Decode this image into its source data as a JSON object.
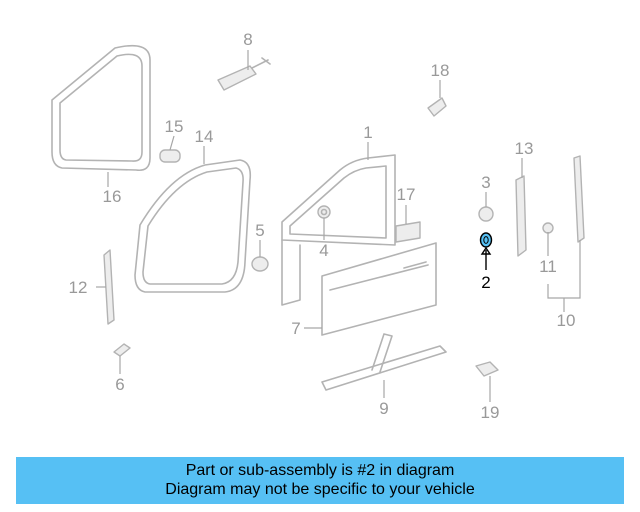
{
  "callouts": [
    {
      "id": "1",
      "label": "1"
    },
    {
      "id": "2",
      "label": "2",
      "highlighted": true
    },
    {
      "id": "3",
      "label": "3"
    },
    {
      "id": "4",
      "label": "4"
    },
    {
      "id": "5",
      "label": "5"
    },
    {
      "id": "6",
      "label": "6"
    },
    {
      "id": "7",
      "label": "7"
    },
    {
      "id": "8",
      "label": "8"
    },
    {
      "id": "9",
      "label": "9"
    },
    {
      "id": "10",
      "label": "10"
    },
    {
      "id": "11",
      "label": "11"
    },
    {
      "id": "12",
      "label": "12"
    },
    {
      "id": "13",
      "label": "13"
    },
    {
      "id": "14",
      "label": "14"
    },
    {
      "id": "15",
      "label": "15"
    },
    {
      "id": "16",
      "label": "16"
    },
    {
      "id": "17",
      "label": "17"
    },
    {
      "id": "18",
      "label": "18"
    },
    {
      "id": "19",
      "label": "19"
    }
  ],
  "caption": {
    "line1": "Part or sub-assembly is #2 in diagram",
    "line2": "Diagram may not be specific to your vehicle"
  },
  "colors": {
    "highlight_part": "#56c0f4",
    "caption_background": "#56c0f4",
    "label_normal": "#999999",
    "label_highlight": "#000000"
  }
}
